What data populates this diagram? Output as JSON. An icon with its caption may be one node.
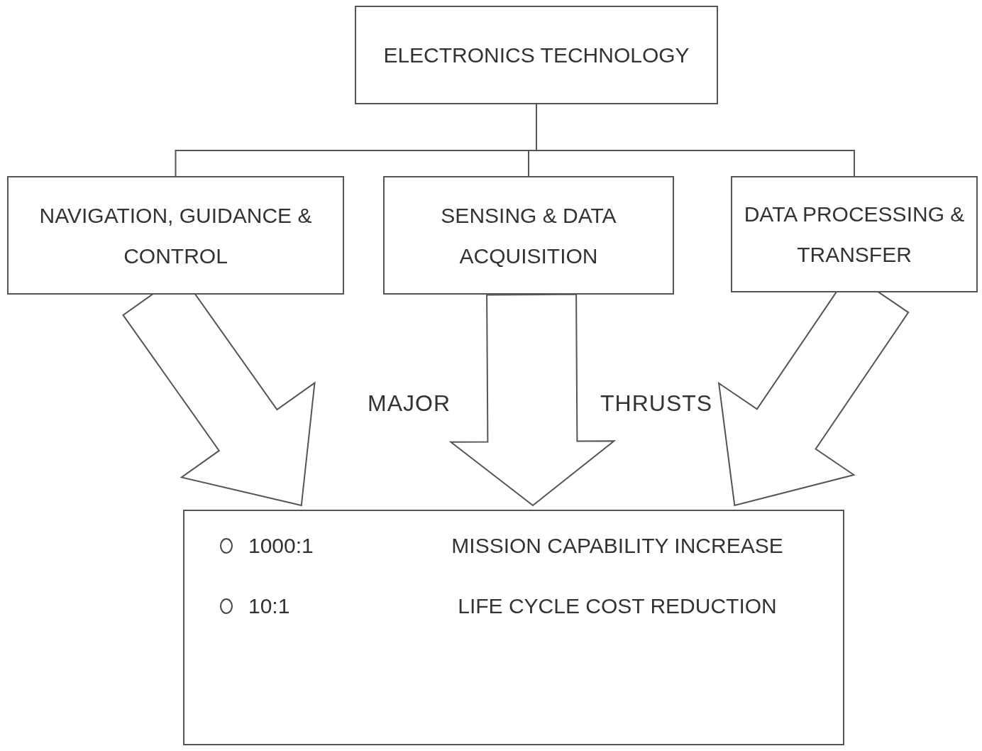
{
  "diagram": {
    "nodes": [
      {
        "text": [
          "ELECTRONICS TECHNOLOGY"
        ]
      },
      {
        "text": [
          "NAVIGATION, GUIDANCE & CONTROL"
        ]
      },
      {
        "text": [
          "SENSING & DATA ACQUISITION"
        ]
      },
      {
        "text": [
          "DATA PROCESSING & TRANSFER"
        ]
      },
      {
        "text": [
          "1000:1",
          "MISSION CAPABILITY INCREASE",
          "10:1",
          "LIFE CYCLE COST REDUCTION"
        ]
      }
    ],
    "edges": [
      {
        "from": 0,
        "to": 1,
        "arrow": "none"
      },
      {
        "from": 0,
        "to": 2,
        "arrow": "none"
      },
      {
        "from": 0,
        "to": 3,
        "arrow": "none"
      },
      {
        "from": 1,
        "to": 4,
        "arrow": "to",
        "style": "thick"
      },
      {
        "from": 2,
        "to": 4,
        "arrow": "to",
        "style": "thick"
      },
      {
        "from": 3,
        "to": 4,
        "arrow": "to",
        "style": "thick"
      }
    ],
    "labels": [
      "MAJOR",
      "THRUSTS"
    ]
  }
}
